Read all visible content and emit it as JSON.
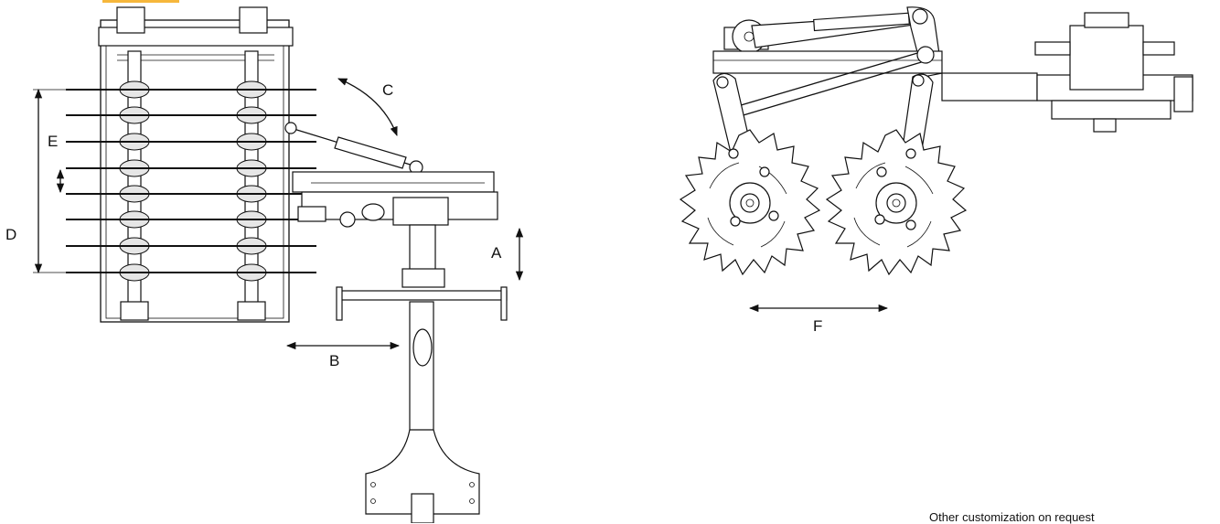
{
  "labels": {
    "a": "A",
    "b": "B",
    "c": "C",
    "d": "D",
    "e": "E",
    "f": "F"
  },
  "footnote": "Other customization on request",
  "colors": {
    "line": "#111111",
    "background": "#ffffff",
    "accent_tab": "#f6b73c"
  }
}
